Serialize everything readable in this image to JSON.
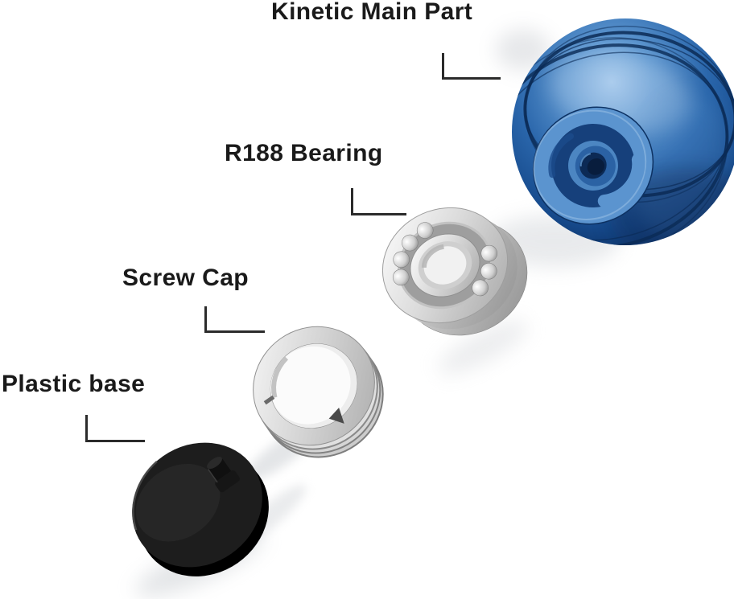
{
  "diagram_type": "exploded-parts-diagram",
  "parts": [
    {
      "name": "kinetic-main-part",
      "label": "Kinetic Main Part"
    },
    {
      "name": "r188-bearing",
      "label": "R188 Bearing"
    },
    {
      "name": "screw-cap",
      "label": "Screw Cap"
    },
    {
      "name": "plastic-base",
      "label": "Plastic base"
    }
  ],
  "colors": {
    "background": "#ffffff",
    "label_text": "#1a1a1a",
    "leader_line": "#2b2b2b",
    "ball_blue": "#2f6fb4",
    "ball_dark_blue": "#0b2d5e",
    "ball_light_blue": "#9cc4ea",
    "ball_face_blue": "#5b94cf",
    "metal_silver_light": "#f4f4f4",
    "metal_silver_mid": "#c6c6c6",
    "metal_silver_dark": "#8f8f8f",
    "base_black": "#1b1b1b"
  }
}
